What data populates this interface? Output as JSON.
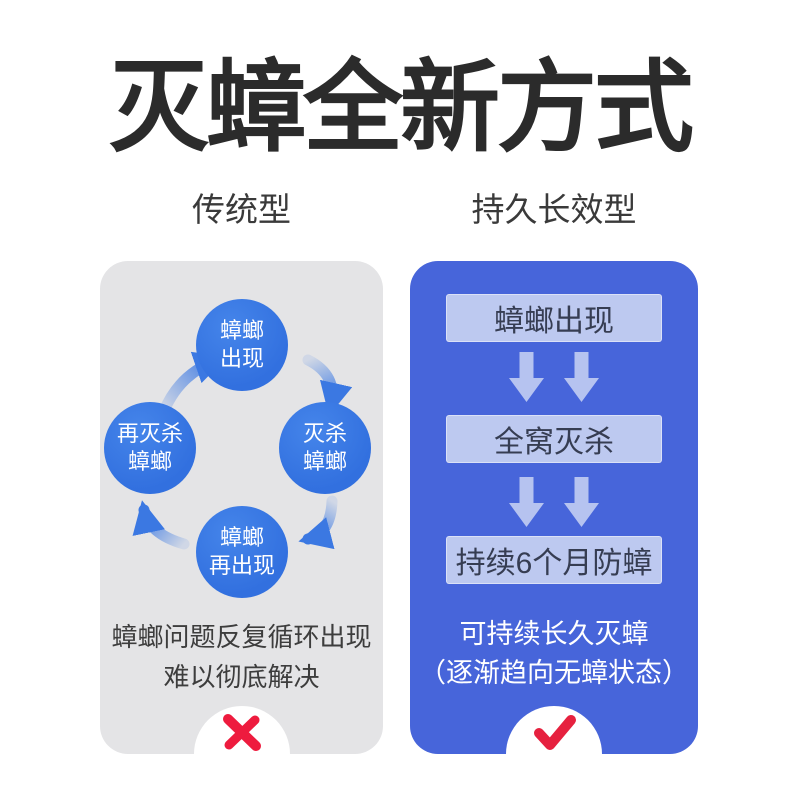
{
  "title": {
    "text": "灭蟑全新方式",
    "color": "#2b2b2b"
  },
  "left": {
    "subtitle": "传统型",
    "panel_bg": "#e4e4e6",
    "circle_color": "#3270df",
    "arrow_color": "#3b78e2",
    "cycle": [
      {
        "line1": "蟑螂",
        "line2": "出现"
      },
      {
        "line1": "灭杀",
        "line2": "蟑螂"
      },
      {
        "line1": "蟑螂",
        "line2": "再出现"
      },
      {
        "line1": "再灭杀",
        "line2": "蟑螂"
      }
    ],
    "caption_line1": "蟑螂问题反复循环出现",
    "caption_line2": "难以彻底解决",
    "verdict": "cross",
    "verdict_color": "#ee1b3e"
  },
  "right": {
    "subtitle": "持久长效型",
    "panel_bg": "#4765da",
    "step_bg": "#bdc9f0",
    "steps": [
      "蟑螂出现",
      "全窝灭杀",
      "持续6个月防蟑"
    ],
    "caption_line1": "可持续长久灭蟑",
    "caption_line2": "（逐渐趋向无蟑状态）",
    "verdict": "check",
    "verdict_color": "#e6213f"
  }
}
